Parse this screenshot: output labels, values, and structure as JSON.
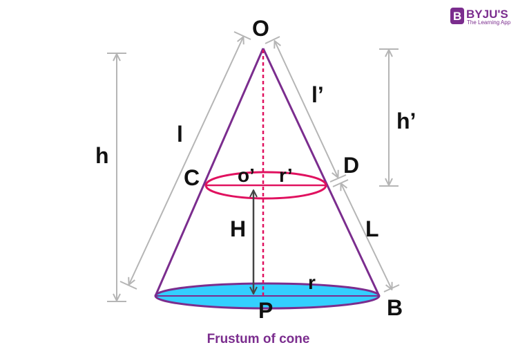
{
  "labels": {
    "apex": "O",
    "left_top": "C",
    "right_top": "D",
    "bottom_center": "P",
    "right_bottom": "B",
    "top_center": "o’",
    "top_radius": "r’",
    "bottom_radius": "r",
    "full_height": "h",
    "full_slant": "l",
    "top_slant": "l’",
    "top_height": "h’",
    "frustum_height": "H",
    "frustum_slant": "L"
  },
  "caption": "Frustum of cone",
  "brand": {
    "logo_letter": "B",
    "name": "BYJU'S",
    "tagline": "The Learning App"
  },
  "colors": {
    "cone_outline": "#7b2d8e",
    "top_ellipse": "#e0115f",
    "base_fill": "#33cfff",
    "dimension": "#b5b5b5",
    "height_arrow": "#444444",
    "caption": "#7b2d8e",
    "brand": "#7b2d8e"
  }
}
